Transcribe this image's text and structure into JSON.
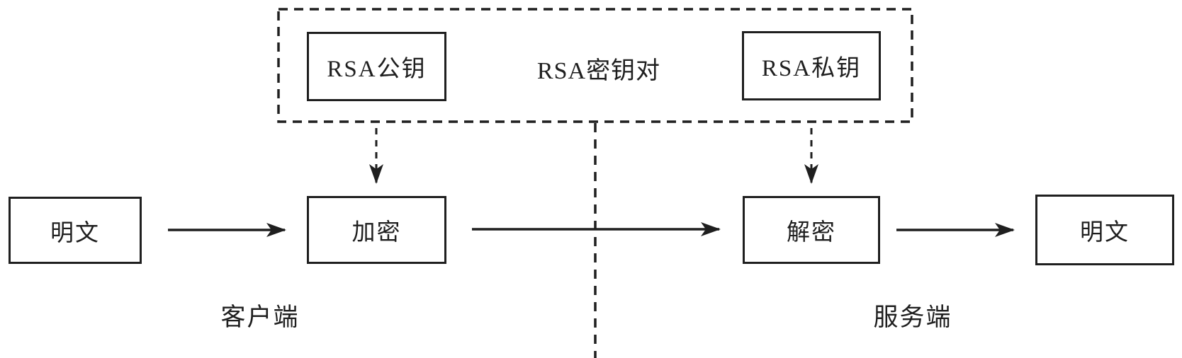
{
  "diagram": {
    "key_pair_group": {
      "label": "RSA密钥对",
      "public_key_label": "RSA公钥",
      "private_key_label": "RSA私钥"
    },
    "flow": {
      "plaintext_left_label": "明文",
      "encrypt_label": "加密",
      "decrypt_label": "解密",
      "plaintext_right_label": "明文"
    },
    "zone_labels": {
      "client": "客户端",
      "server": "服务端"
    },
    "colors": {
      "line": "#1f1f1f",
      "text": "#1f1f1f",
      "background": "#ffffff"
    }
  }
}
